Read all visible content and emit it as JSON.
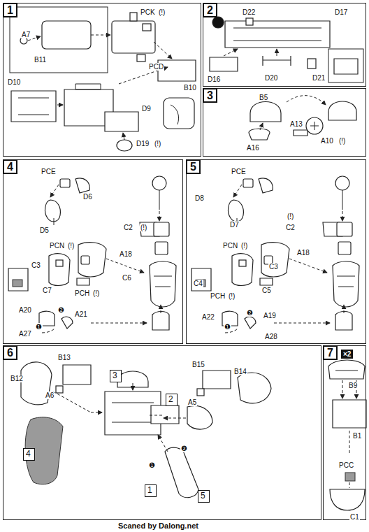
{
  "diagram": {
    "nodes": [
      {
        "text": [
          "1"
        ]
      },
      {
        "text": [
          "2"
        ]
      },
      {
        "text": [
          "3"
        ]
      },
      {
        "text": [
          "4"
        ]
      },
      {
        "text": [
          "5"
        ]
      },
      {
        "text": [
          "6"
        ]
      },
      {
        "text": [
          "7"
        ]
      },
      {
        "text": [
          "3"
        ],
        "in": 5
      },
      {
        "text": [
          "2"
        ],
        "in": 5
      },
      {
        "text": [
          "4"
        ],
        "in": 5
      },
      {
        "text": [
          "1"
        ],
        "in": 5
      },
      {
        "text": [
          "5"
        ],
        "in": 5
      }
    ],
    "labels": [
      "A7",
      "B11",
      "PCK",
      "(!)",
      "PCD",
      "B10",
      "D10",
      "D9",
      "D19",
      "(!)",
      "D22",
      "D17",
      "D16",
      "D20",
      "D21",
      "B5",
      "A16",
      "A13",
      "A10",
      "(!)",
      "PCE",
      "D6",
      "D5",
      "C2",
      "(!)",
      "A18",
      "PCN",
      "(!)",
      "C3",
      "C6",
      "C7",
      "PCH",
      "(!)",
      "A20",
      "❷",
      "A21",
      "❶",
      "A27",
      "PCE",
      "D8",
      "D7",
      "(!)",
      "C2",
      "A18",
      "PCN",
      "(!)",
      "C3",
      "C4",
      "PCH",
      "(!)",
      "C5",
      "A22",
      "❷",
      "A19",
      "❶",
      "A28",
      "B12",
      "B13",
      "A6",
      "B15",
      "B14",
      "A5",
      "❷",
      "❶",
      "×2",
      "B9",
      "B1",
      "PCC",
      "C1",
      "Scaned by Dalong.net"
    ]
  }
}
